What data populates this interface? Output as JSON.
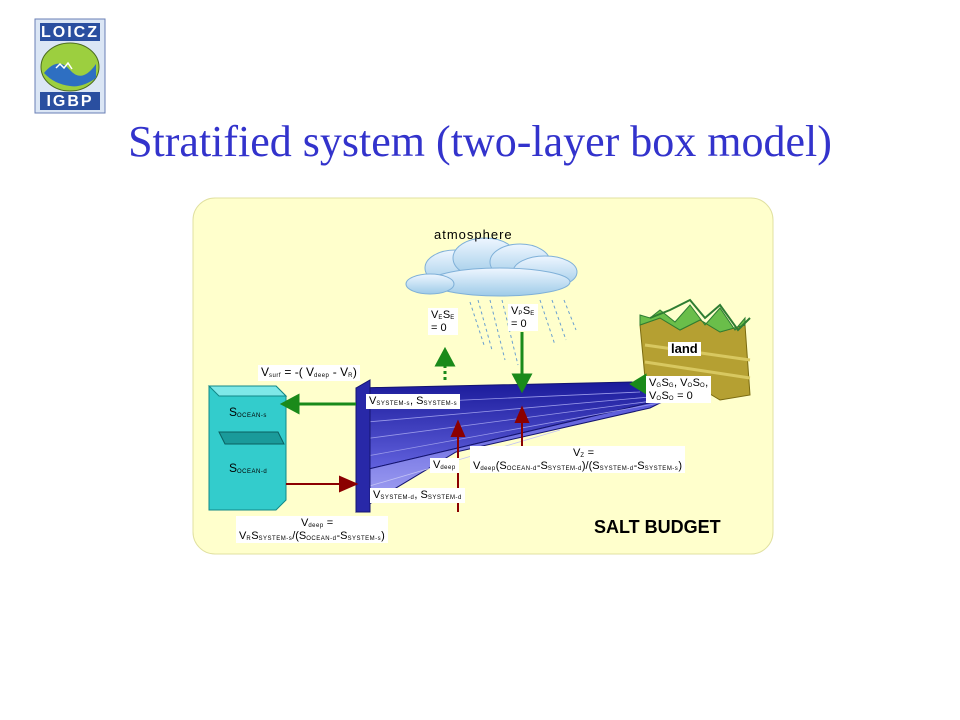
{
  "slide": {
    "title": "Stratified system (two-layer box model)",
    "logo": {
      "top": "LOICZ",
      "bottom": "IGBP"
    }
  },
  "diagram": {
    "atmosphere": "atmosphere",
    "land": "land",
    "salt_budget": "SALT BUDGET",
    "ve": {
      "v": "V",
      "vs": "E",
      "s": "S",
      "ss": "E",
      "eq": "= 0"
    },
    "vp": {
      "v": "V",
      "vs": "P",
      "s": "S",
      "ss": "E",
      "eq": "= 0"
    },
    "vsurf": {
      "v": "V",
      "vs": "surf",
      "mid": " = -( V",
      "ds": "deep",
      "minus": " - V",
      "rs": "R",
      "end": ")"
    },
    "vsys_s": {
      "v": "V",
      "vs": "SYSTEM-s",
      "sep": ", S",
      "ss": "SYSTEM-s"
    },
    "vsys_d": {
      "v": "V",
      "vs": "SYSTEM-d",
      "sep": ", S",
      "ss": "SYSTEM-d"
    },
    "ocean_s": {
      "s": "S",
      "ss": "OCEAN-s"
    },
    "ocean_d": {
      "s": "S",
      "ss": "OCEAN-d"
    },
    "vdeep_label": {
      "v": "V",
      "vs": "deep"
    },
    "vz_formula": {
      "line1_v": "V",
      "line1_vs": "Z",
      "line1_eq": " =",
      "l2_v": "V",
      "l2_vs": "deep",
      "l2_a": "(S",
      "l2_as": "OCEAN-d",
      "l2_b": "-S",
      "l2_bs": "SYSTEM-d",
      "l2_c": ")/(S",
      "l2_cs": "SYSTEM-d",
      "l2_d": "-S",
      "l2_ds": "SYSTEM-s",
      "l2_e": ")"
    },
    "vdeep_formula": {
      "line1_v": "V",
      "line1_vs": "deep",
      "line1_eq": " =",
      "l2_v": "V",
      "l2_vs": "R",
      "l2_s": "S",
      "l2_ss": "SYSTEM-s",
      "l2_a": "/(S",
      "l2_as": "OCEAN-d",
      "l2_b": "-S",
      "l2_bs": "SYSTEM-s",
      "l2_c": ")"
    },
    "vq_formula": {
      "a_v": "V",
      "a_vs": "G",
      "a_s": "S",
      "a_ss": "G",
      "a_sep": ", V",
      "a_os": "O",
      "a_s2": "S",
      "a_s2s": "O",
      "a_end": ",",
      "b_v": "V",
      "b_vs": "O",
      "b_s": "S",
      "b_ss": "O",
      "b_eq": " = 0"
    }
  },
  "colors": {
    "title": "#3333cc",
    "panel": "#ffffcc",
    "green_arrow": "#1a8a1a",
    "red_arrow": "#8b0000",
    "ocean": "#33cccc",
    "system": "#3a3acc"
  }
}
